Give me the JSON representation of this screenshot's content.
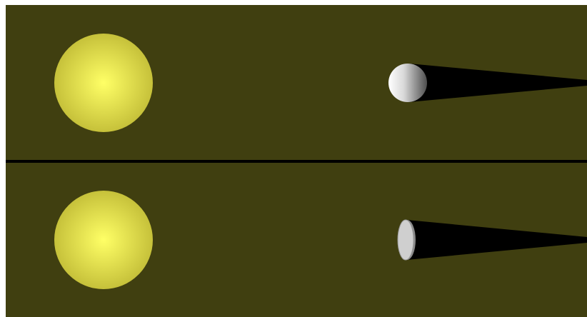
{
  "diagram": {
    "panels": [
      {
        "light_source": "sun",
        "object": "sphere",
        "shadow": "cone"
      },
      {
        "light_source": "sun",
        "object": "flat-disc",
        "shadow": "cone"
      }
    ]
  },
  "colors": {
    "background": "#403f10",
    "divider": "#000000",
    "sun_center": "#ffff66",
    "sun_edge": "#c6c13a",
    "sphere_light": "#ffffff",
    "sphere_dark": "#5a5a5a",
    "disc_face": "#cfcfcf",
    "disc_rim": "#8a8a8a",
    "shadow": "#000000"
  }
}
